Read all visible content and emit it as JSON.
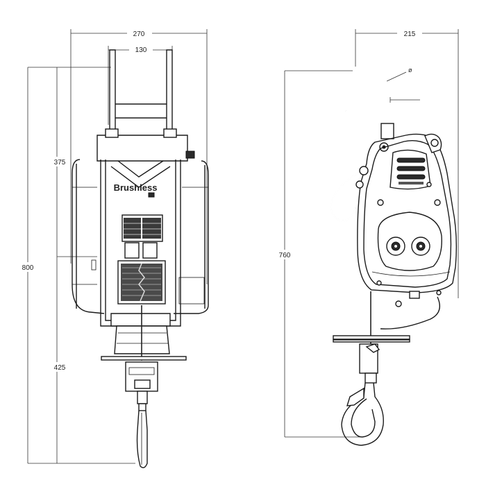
{
  "front_view": {
    "overall_width": "270",
    "handle_width": "130",
    "overall_height": "800",
    "upper_height": "375",
    "lower_height": "425",
    "brand_text": "Brushless"
  },
  "side_view": {
    "depth": "215",
    "height": "760",
    "diameter_symbol": "ø"
  }
}
